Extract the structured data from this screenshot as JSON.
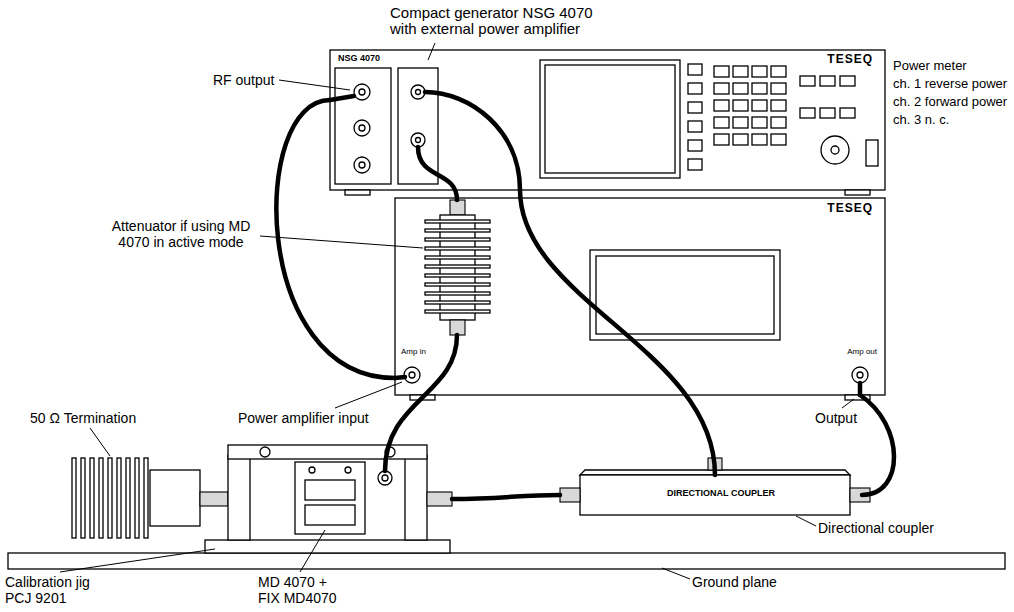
{
  "diagram": {
    "nodes": [
      {
        "text": [
          "NSG 4070",
          "TESEQ"
        ]
      },
      {
        "text": [
          "TESEQ",
          "Amp in",
          "Amp out"
        ]
      },
      {
        "text": [
          "DIRECTIONAL COUPLER"
        ]
      }
    ],
    "edges": [
      {
        "from": 0,
        "to": 1,
        "arrow": "none"
      },
      {
        "from": 1,
        "to": 2,
        "arrow": "none"
      },
      {
        "from": 2,
        "to": 0,
        "arrow": "none"
      }
    ],
    "labels": [
      "Compact generator NSG 4070 with external power amplifier",
      "RF output",
      "Power meter",
      "ch. 1 reverse power",
      "ch. 2 forward power",
      "ch. 3 n. c.",
      "Attenuator if using MD 4070 in active mode",
      "50 Ω Termination",
      "Power amplifier input",
      "Output",
      "Directional coupler",
      "Calibration jig PCJ 9201",
      "MD 4070 + FIX MD4070",
      "Ground plane"
    ]
  }
}
